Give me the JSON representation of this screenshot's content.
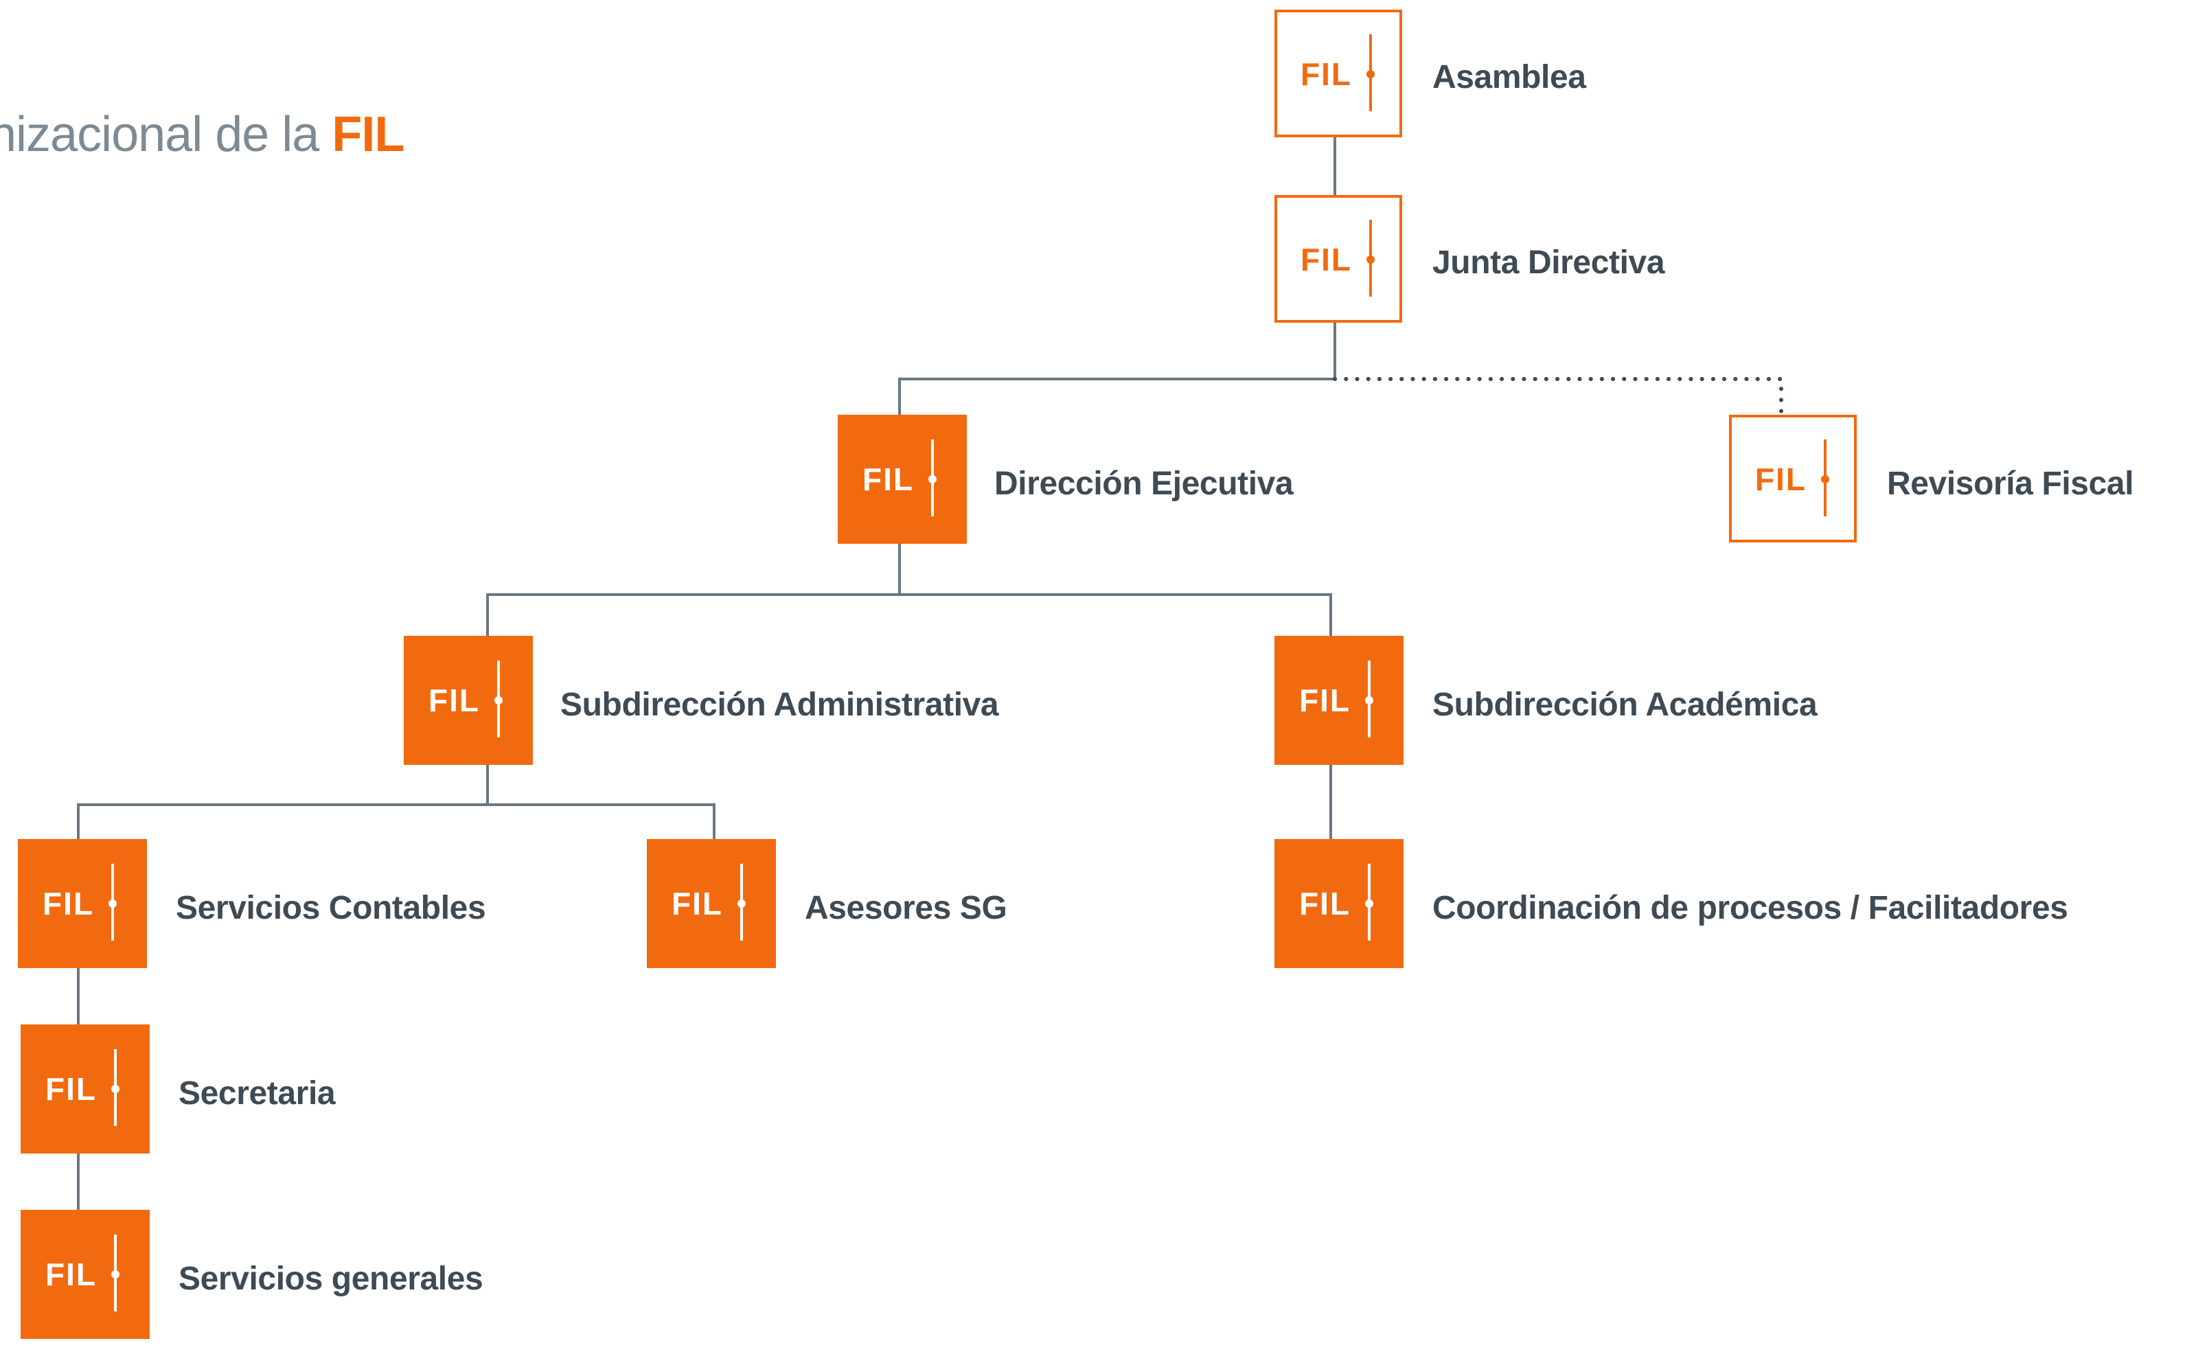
{
  "title": {
    "prefix": "nizacional de la",
    "accent": "FIL"
  },
  "logo_text": "FIL",
  "colors": {
    "brand_orange": "#f26a0f",
    "line_gray": "#6b7780",
    "label_dark": "#3e4a54",
    "title_gray": "#7e8a93"
  },
  "nodes": {
    "asamblea": {
      "label": "Asamblea",
      "style": "outlined"
    },
    "junta": {
      "label": "Junta Directiva",
      "style": "outlined"
    },
    "direccion": {
      "label": "Dirección Ejecutiva",
      "style": "filled"
    },
    "revisoria": {
      "label": "Revisoría Fiscal",
      "style": "outlined"
    },
    "sub_admin": {
      "label": "Subdirección Administrativa",
      "style": "filled"
    },
    "sub_acad": {
      "label": "Subdirección Académica",
      "style": "filled"
    },
    "contables": {
      "label": "Servicios Contables",
      "style": "filled"
    },
    "asesores": {
      "label": "Asesores SG",
      "style": "filled"
    },
    "coordinacion": {
      "label": "Coordinación de procesos / Facilitadores",
      "style": "filled"
    },
    "secretaria": {
      "label": "Secretaria",
      "style": "filled"
    },
    "generales": {
      "label": "Servicios generales",
      "style": "filled"
    }
  }
}
